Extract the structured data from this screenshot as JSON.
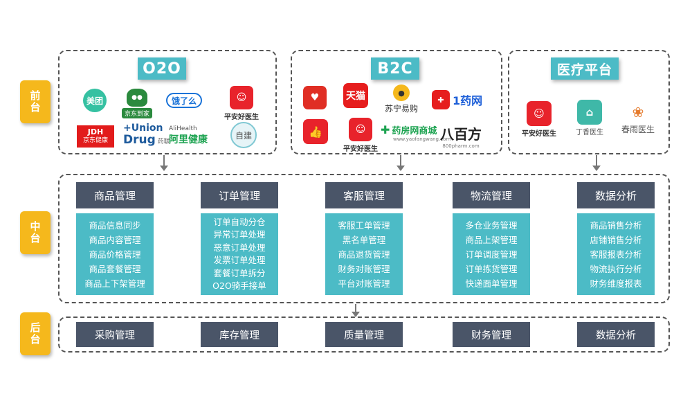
{
  "tiers": {
    "front": "前台",
    "middle": "中台",
    "back": "后台"
  },
  "groups": {
    "o2o": "O2O",
    "b2c": "B2C",
    "medical": "医疗平台"
  },
  "o2o_logos": {
    "meituan": "美团",
    "jddj": "京东到家",
    "eleme": "饿了么",
    "pingan": "平安好医生",
    "jdh_mark": "JDH",
    "jdh": "京东健康",
    "union_top": "+Union",
    "union_bottom": "Drug",
    "union_cn": "药联",
    "alihealth_en": "AliHealth",
    "alihealth": "阿里健康",
    "zijian": "自建"
  },
  "b2c_logos": {
    "tmall": "天猫",
    "suning": "苏宁易购",
    "yiyao_mark": "1药网",
    "pingan": "平安好医生",
    "yaofang": "药房网商城",
    "yaofang_sub": "www.yaofangwang.com",
    "babaifang": "八百方",
    "babaifang_sub": "800pharm.com"
  },
  "medical_logos": {
    "pingan": "平安好医生",
    "dingxiang": "丁香医生",
    "chunyu": "春雨医生"
  },
  "modules": [
    {
      "title": "商品管理",
      "items": [
        "商品信息同步",
        "商品内容管理",
        "商品价格管理",
        "商品套餐管理",
        "商品上下架管理"
      ]
    },
    {
      "title": "订单管理",
      "items": [
        "订单自动分仓",
        "异常订单处理",
        "恶意订单处理",
        "发票订单处理",
        "套餐订单拆分",
        "O2O骑手接单"
      ]
    },
    {
      "title": "客服管理",
      "items": [
        "客服工单管理",
        "黑名单管理",
        "商品退货管理",
        "财务对账管理",
        "平台对账管理"
      ]
    },
    {
      "title": "物流管理",
      "items": [
        "多仓业务管理",
        "商品上架管理",
        "订单调度管理",
        "订单拣货管理",
        "快递面单管理"
      ]
    },
    {
      "title": "数据分析",
      "items": [
        "商品销售分析",
        "店铺销售分析",
        "客服报表分析",
        "物流执行分析",
        "财务维度报表"
      ]
    }
  ],
  "back_items": [
    "采购管理",
    "库存管理",
    "质量管理",
    "财务管理",
    "数据分析"
  ],
  "colors": {
    "teal": "#4cbbc6",
    "slate": "#4a5568",
    "gold": "#f5b81c"
  }
}
